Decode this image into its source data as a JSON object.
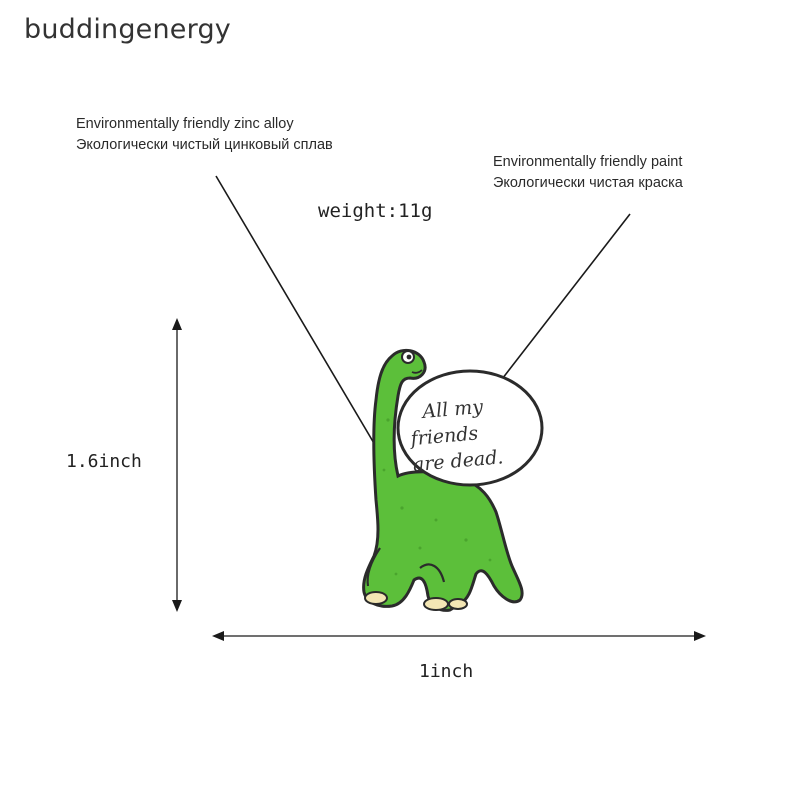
{
  "brand": "buddingenergy",
  "callouts": {
    "material_en": "Environmentally friendly zinc alloy",
    "material_ru": "Экологически чистый цинковый сплав",
    "paint_en": "Environmentally friendly paint",
    "paint_ru": "Экологически чистая краска"
  },
  "weight": "weight:11g",
  "dimensions": {
    "height": "1.6inch",
    "width": "1inch"
  },
  "pin": {
    "line1": "All my",
    "line2": "friends",
    "line3": "are dead.",
    "colors": {
      "body": "#5cbf3a",
      "outline": "#2b2b2b",
      "bubble": "#ffffff",
      "feet": "#f3e6b4"
    }
  }
}
